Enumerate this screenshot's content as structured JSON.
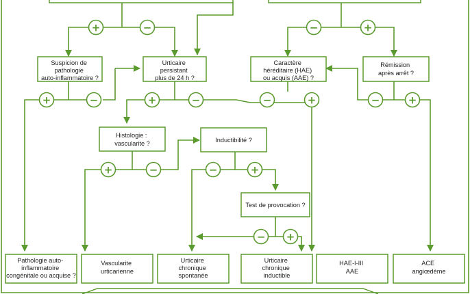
{
  "colors": {
    "line": "#5b9a2e",
    "box_border": "#5b9a2e",
    "text": "#1f1f1f",
    "background": "#ffffff"
  },
  "signs": {
    "plus": "+",
    "minus": "−"
  },
  "nodes": {
    "auto_inflammatory_suspicion": {
      "lines": [
        "Suspicion de",
        "pathologie",
        "auto-inflammatoire ?"
      ]
    },
    "persistent_urticaria": {
      "lines": [
        "Urticaire",
        "persistant",
        "plus de 24 h ?"
      ]
    },
    "hereditary_character": {
      "lines": [
        "Caractère",
        "héréditaire (HAE)",
        "ou acquis (AAE) ?"
      ]
    },
    "remission_after_stop": {
      "lines": [
        "Rémission",
        "après arrêt ?"
      ]
    },
    "histology_vasculitis": {
      "lines": [
        "Histologie :",
        "vascularite ?"
      ]
    },
    "inducibility": {
      "lines": [
        "Inductibilité ?"
      ]
    },
    "provocation_test": {
      "lines": [
        "Test de provocation ?"
      ]
    }
  },
  "outcomes": {
    "auto_inflammatory_pathology": {
      "lines": [
        "Pathologie auto-",
        "inflammatoire",
        "congénitale ou acquise ?"
      ]
    },
    "urticarial_vasculitis": {
      "lines": [
        "Vascularite",
        "urticarienne"
      ]
    },
    "spontaneous_chronic_urticaria": {
      "lines": [
        "Urticaire",
        "chronique",
        "spontanée"
      ]
    },
    "inducible_chronic_urticaria": {
      "lines": [
        "Urticaire",
        "chronique",
        "inductible"
      ]
    },
    "hae_aae": {
      "lines": [
        "HAE-I-III",
        "AAE"
      ]
    },
    "ace_angioedema": {
      "lines": [
        "ACE",
        "angiœdème"
      ]
    }
  }
}
